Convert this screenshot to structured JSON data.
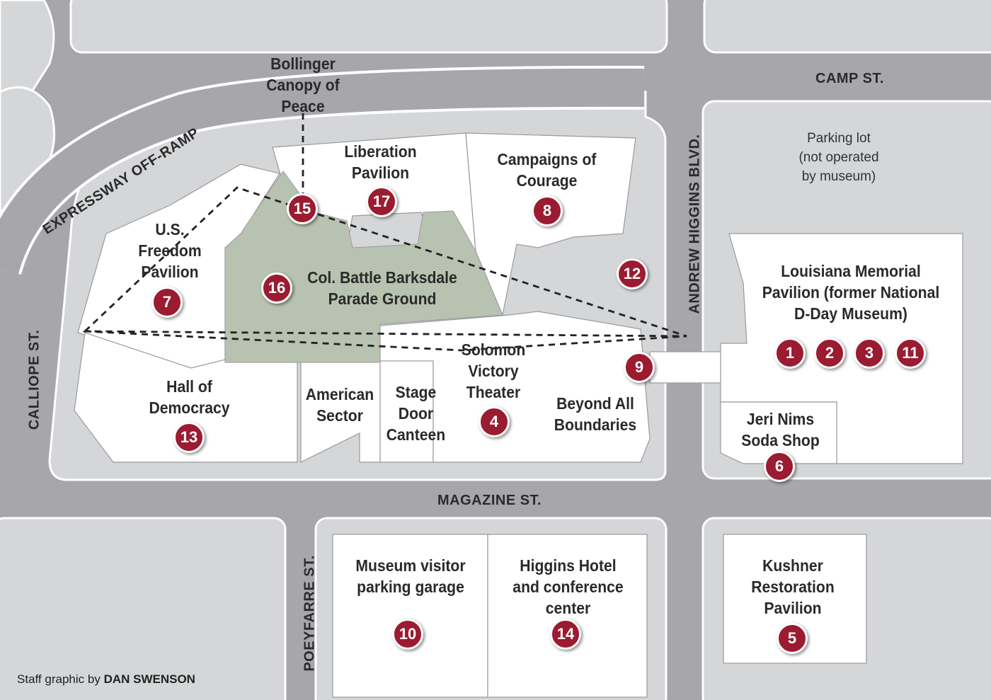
{
  "colors": {
    "road": "#a7a6ab",
    "block": "#d4d6d8",
    "building": "#ffffff",
    "parade_ground": "#b8c2b0",
    "marker": "#9b1b30"
  },
  "streets": {
    "camp": "CAMP ST.",
    "magazine": "MAGAZINE ST.",
    "calliope": "CALLIOPE ST.",
    "andrew_higgins": "ANDREW HIGGINS BLVD.",
    "poeyfarre": "POEYFARRE ST.",
    "expressway": "EXPRESSWAY OFF-RAMP"
  },
  "notes": {
    "parking_lot": "Parking lot\n(not operated\nby museum)"
  },
  "places": {
    "bollinger": "Bollinger\nCanopy of\nPeace",
    "liberation": "Liberation\nPavilion",
    "campaigns": "Campaigns of\nCourage",
    "freedom": "U.S.\nFreedom\nPavilion",
    "barksdale": "Col. Battle Barksdale\nParade Ground",
    "louisiana": "Louisiana Memorial\nPavilion (former National\nD-Day Museum)",
    "solomon": "Solomon\nVictory\nTheater",
    "hall": "Hall of\nDemocracy",
    "american": "American\nSector",
    "stage_door": "Stage\nDoor\nCanteen",
    "beyond": "Beyond All\nBoundaries",
    "jeri": "Jeri Nims\nSoda Shop",
    "garage": "Museum visitor\nparking garage",
    "higgins": "Higgins Hotel\nand conference\ncenter",
    "kushner": "Kushner\nRestoration\nPavilion"
  },
  "markers": {
    "m1": "1",
    "m2": "2",
    "m3": "3",
    "m4": "4",
    "m5": "5",
    "m6": "6",
    "m7": "7",
    "m8": "8",
    "m9": "9",
    "m10": "10",
    "m11": "11",
    "m12": "12",
    "m13": "13",
    "m14": "14",
    "m15": "15",
    "m16": "16",
    "m17": "17"
  },
  "credit": {
    "prefix": "Staff graphic by",
    "author": "DAN SWENSON"
  }
}
